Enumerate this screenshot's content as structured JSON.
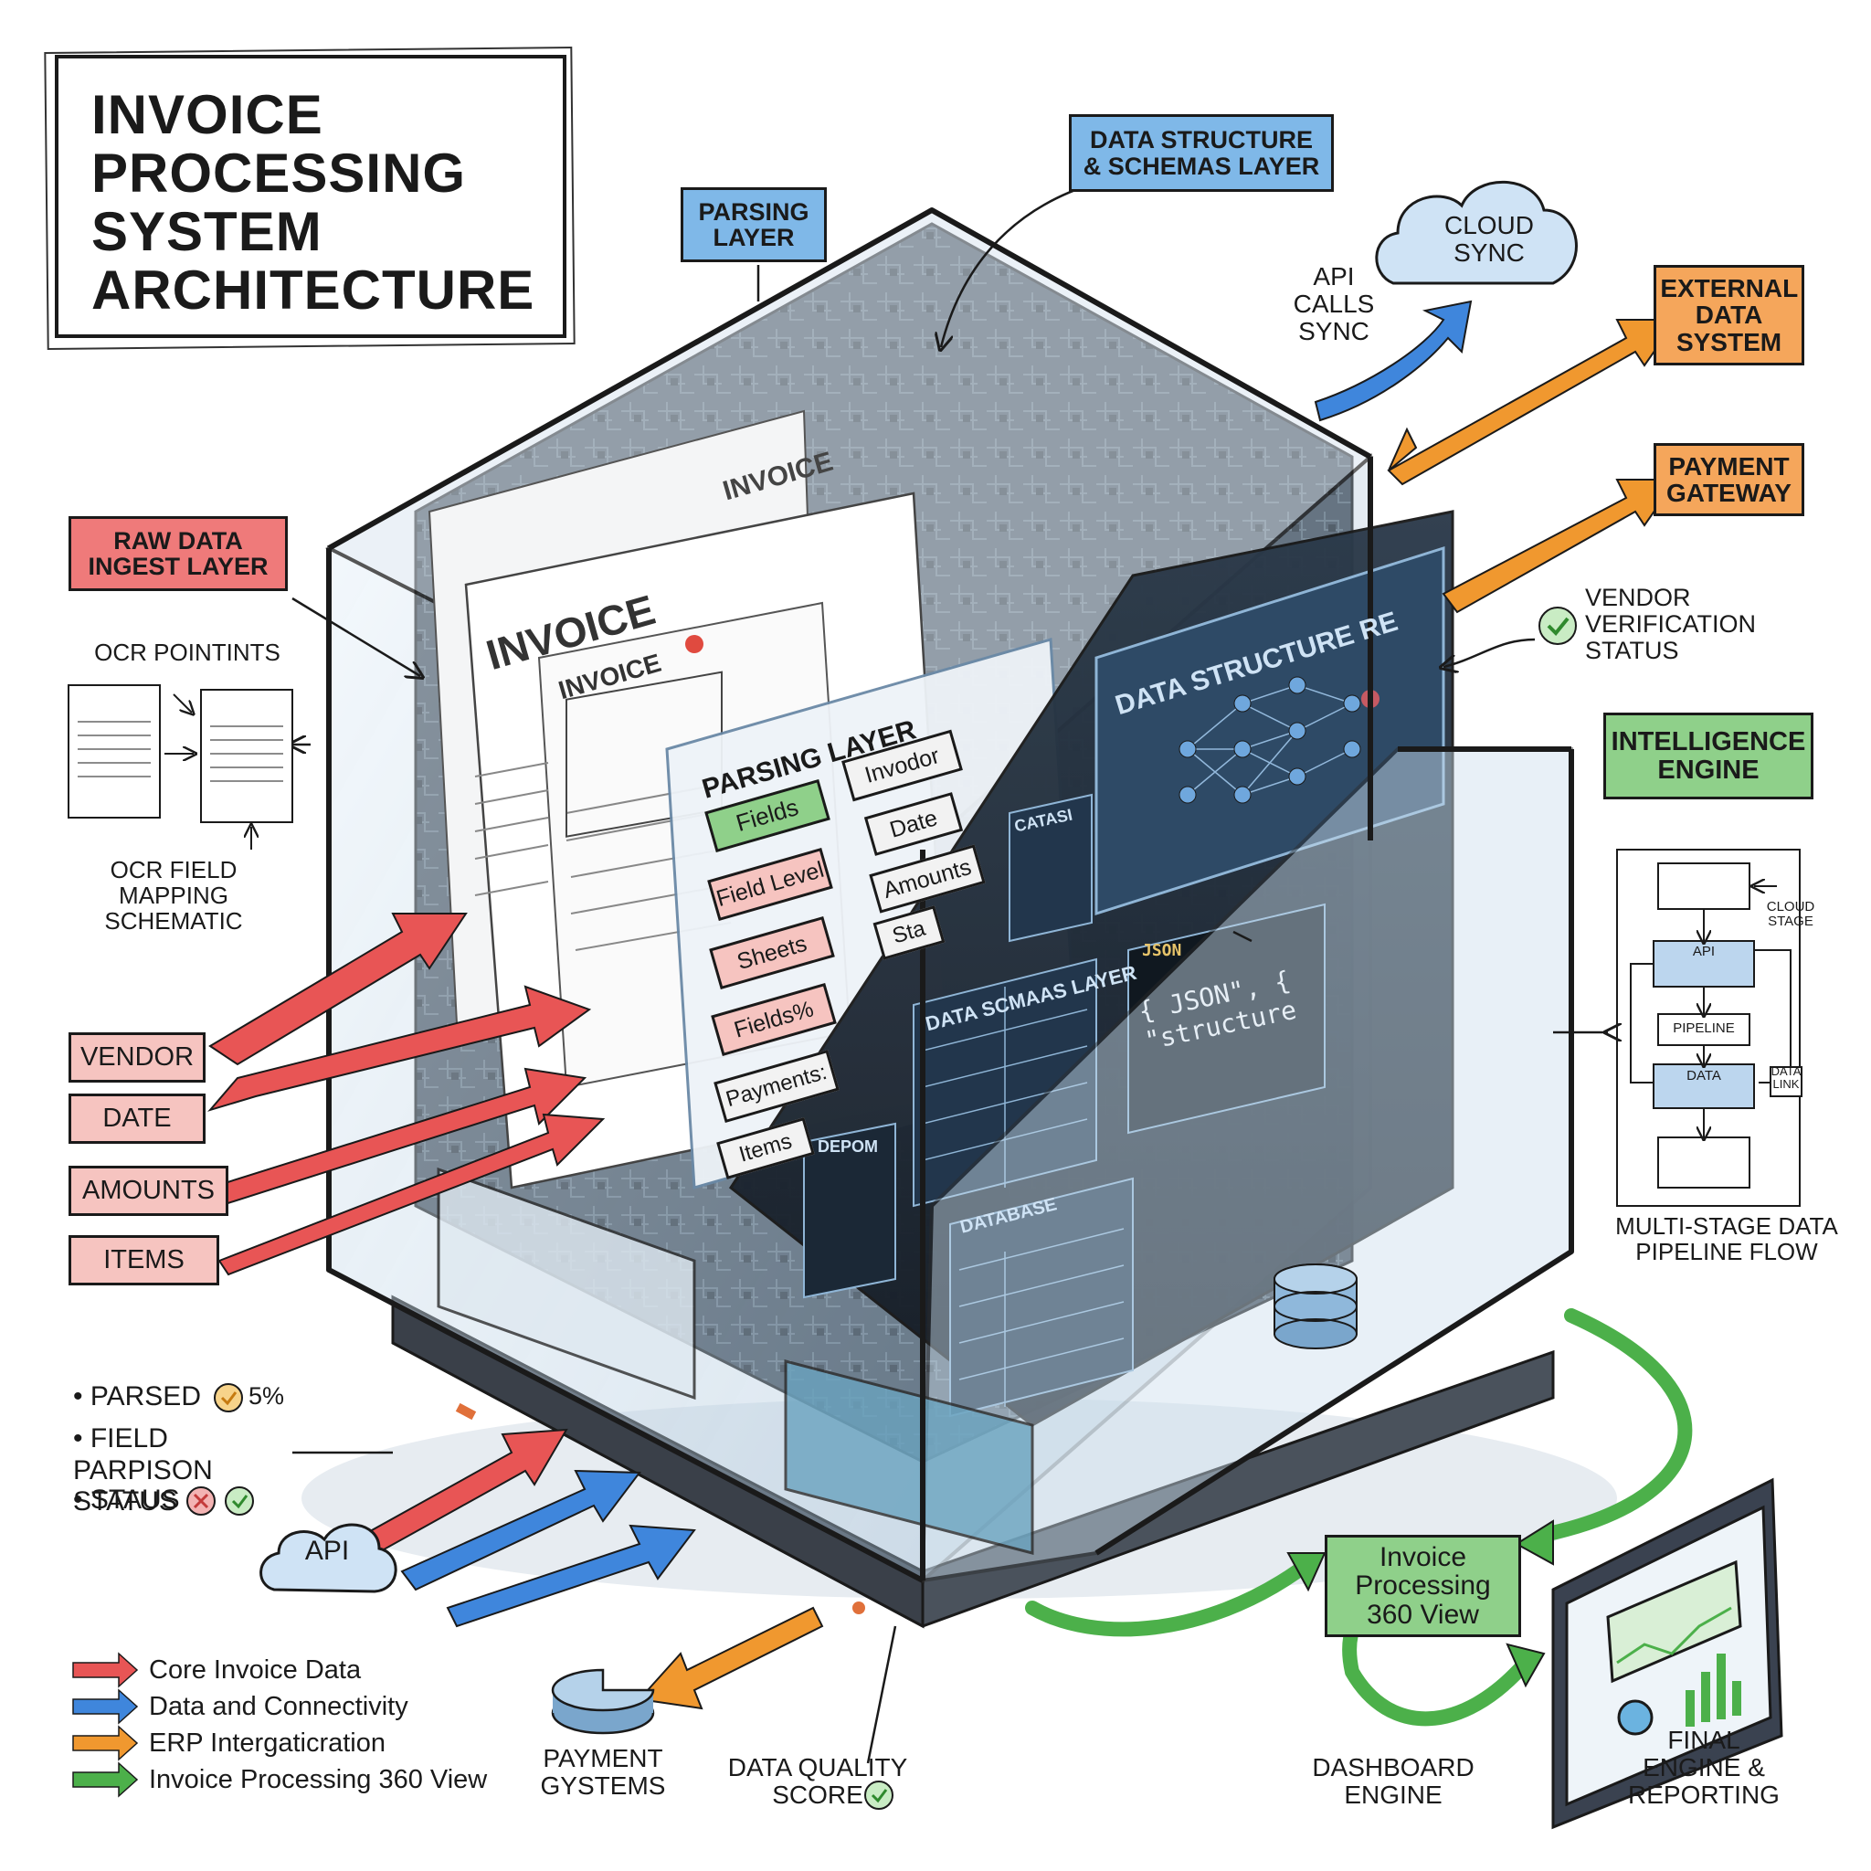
{
  "title": {
    "lines": [
      "INVOICE",
      "PROCESSING",
      "SYSTEM",
      "ARCHITECTURE"
    ]
  },
  "labels": {
    "parsing_layer": "PARSING LAYER",
    "data_structure": "DATA STRUCTURE & SCHEMAS LAYER",
    "cloud_sync": "CLOUD SYNC",
    "api_calls_sync": "API CALLS SYNC",
    "external_data_system": "EXTERNAL DATA SYSTEM",
    "payment_gateway": "PAYMENT GATEWAY",
    "vendor_verification": "VENDOR VERIFICATION STATUS",
    "intelligence_engine": "INTELLIGENCE ENGINE",
    "raw_data_ingest": "RAW DATA INGEST LAYER",
    "ocr_pointints": "OCR POINTINTS",
    "ocr_field_mapping": "OCR FIELD MAPPING SCHEMATIC",
    "multi_stage": "MULTI-STAGE DATA PIPELINE FLOW",
    "invoice_360": "Invoice Processing 360 View",
    "dashboard_engine": "DASHBOARD ENGINE",
    "final_engine": "FINAL ENGINE & REPORTING",
    "payment_systems": "PAYMENT GYSTEMS",
    "data_quality": "DATA QUALITY SCORE",
    "api_cloud": "API"
  },
  "inputs": [
    "VENDOR",
    "DATE",
    "AMOUNTS",
    "ITEMS"
  ],
  "status": {
    "parsed": "PARSED",
    "parsed_value": "5%",
    "field_status": "FIELD PARPISON STATUS",
    "staus": "STAUS"
  },
  "pipeline": {
    "cloud_stage": "CLOUD STAGE",
    "api": "API",
    "pipeline": "PIPELINE",
    "data": "DATA",
    "data_link": "DATA LINK"
  },
  "legend": [
    {
      "label": "Core Invoice Data",
      "color": "#e85555"
    },
    {
      "label": "Data and Connectivity",
      "color": "#3f86dc"
    },
    {
      "label": "ERP Intergaticration",
      "color": "#f0982f"
    },
    {
      "label": "Invoice Processing 360 View",
      "color": "#4cb04a"
    }
  ],
  "parsing_panel": {
    "title": "PARSING LAYER",
    "fields": [
      "Fields",
      "Field Level",
      "Sheets",
      "Fields%",
      "Payments:",
      "Items"
    ],
    "right": [
      "Invodor",
      "Date",
      "Amounts",
      "Sta"
    ]
  },
  "inner": {
    "data_structure_screen": "DATA STRUCTURE RE",
    "data_schemas": "DATA SCMAAS LAYER",
    "json_tag": "JSON",
    "json_code": "{ JSON\", { \"structure",
    "database": "DATABASE",
    "catalog": "CATASI",
    "depom": "DEPOM",
    "invoice_big": "INVOICE",
    "invoice_small": "INVOICE",
    "invoice_back": "INVOICE"
  },
  "colors": {
    "red": "#e85555",
    "blue": "#3f86dc",
    "orange": "#f0982f",
    "green": "#4cb04a",
    "box_blue": "#7fb8e8",
    "box_orange": "#f5a65b",
    "box_red": "#ef7a7a",
    "box_green": "#8fd08a",
    "glass": "#cfe0ee",
    "dark": "#1f2a36"
  },
  "icons": [
    "check-icon",
    "cross-icon",
    "cloud-icon",
    "database-icon",
    "pie-icon",
    "arrow-icon"
  ]
}
